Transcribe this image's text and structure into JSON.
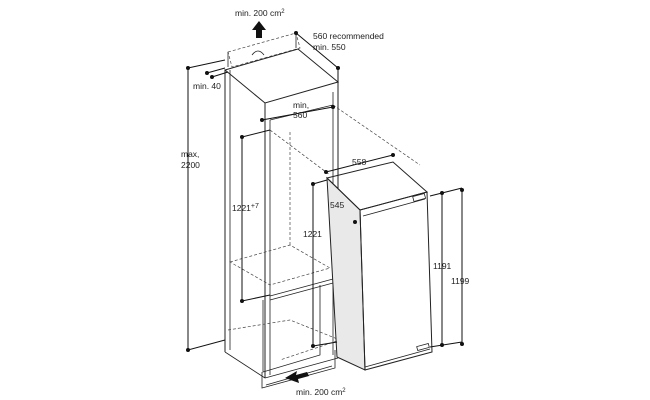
{
  "labels": {
    "vent_top": "min. 200 cm",
    "vent_top_sup": "2",
    "depth_recommended": "560 recommended",
    "depth_min": "min. 550",
    "gap_top": "min. 40",
    "niche_width_1": "min,",
    "niche_width_2": "560",
    "max_height_1": "max,",
    "max_height_2": "2200",
    "niche_height": "1221",
    "niche_height_tol": "+7",
    "appliance_width": "558",
    "appliance_depth": "545",
    "appliance_height_side": "1221",
    "appliance_height_front": "1191",
    "appliance_height_total": "1199",
    "vent_bottom": "min. 200 cm",
    "vent_bottom_sup": "2"
  },
  "colors": {
    "line": "#222222",
    "side_panel": "#e9e9e9"
  }
}
